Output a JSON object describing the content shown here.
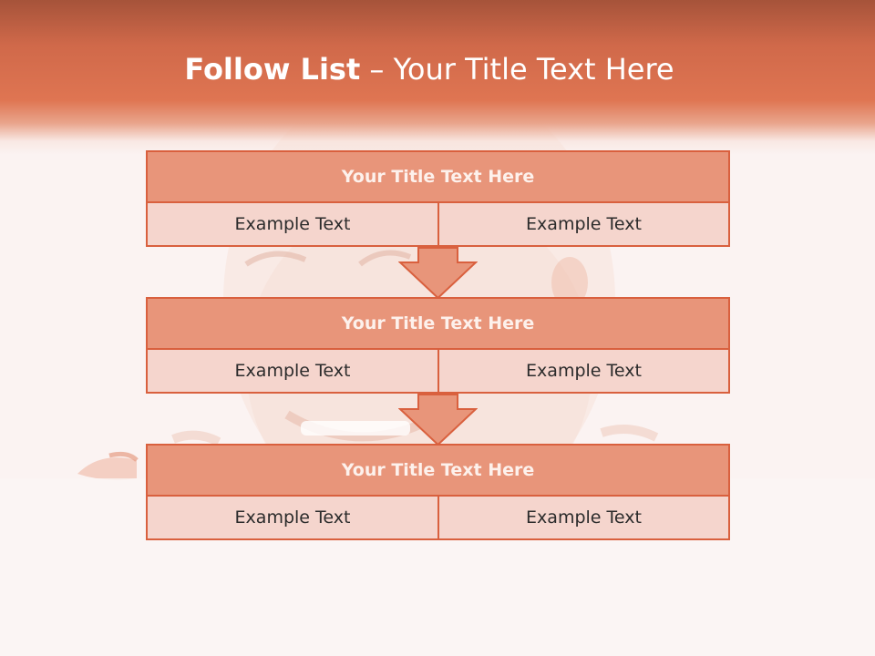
{
  "title": {
    "strong": "Follow List",
    "light": " – Your Title Text Here"
  },
  "colors": {
    "accent": "#d9603e",
    "block_title_fill": "#e8957a",
    "cell_fill": "#f5d5cd"
  },
  "blocks": [
    {
      "title": "Your Title Text Here",
      "left": "Example Text",
      "right": "Example Text"
    },
    {
      "title": "Your Title Text Here",
      "left": "Example Text",
      "right": "Example Text"
    },
    {
      "title": "Your Title Text Here",
      "left": "Example Text",
      "right": "Example Text"
    }
  ],
  "icons": [
    "down-arrow-icon"
  ]
}
